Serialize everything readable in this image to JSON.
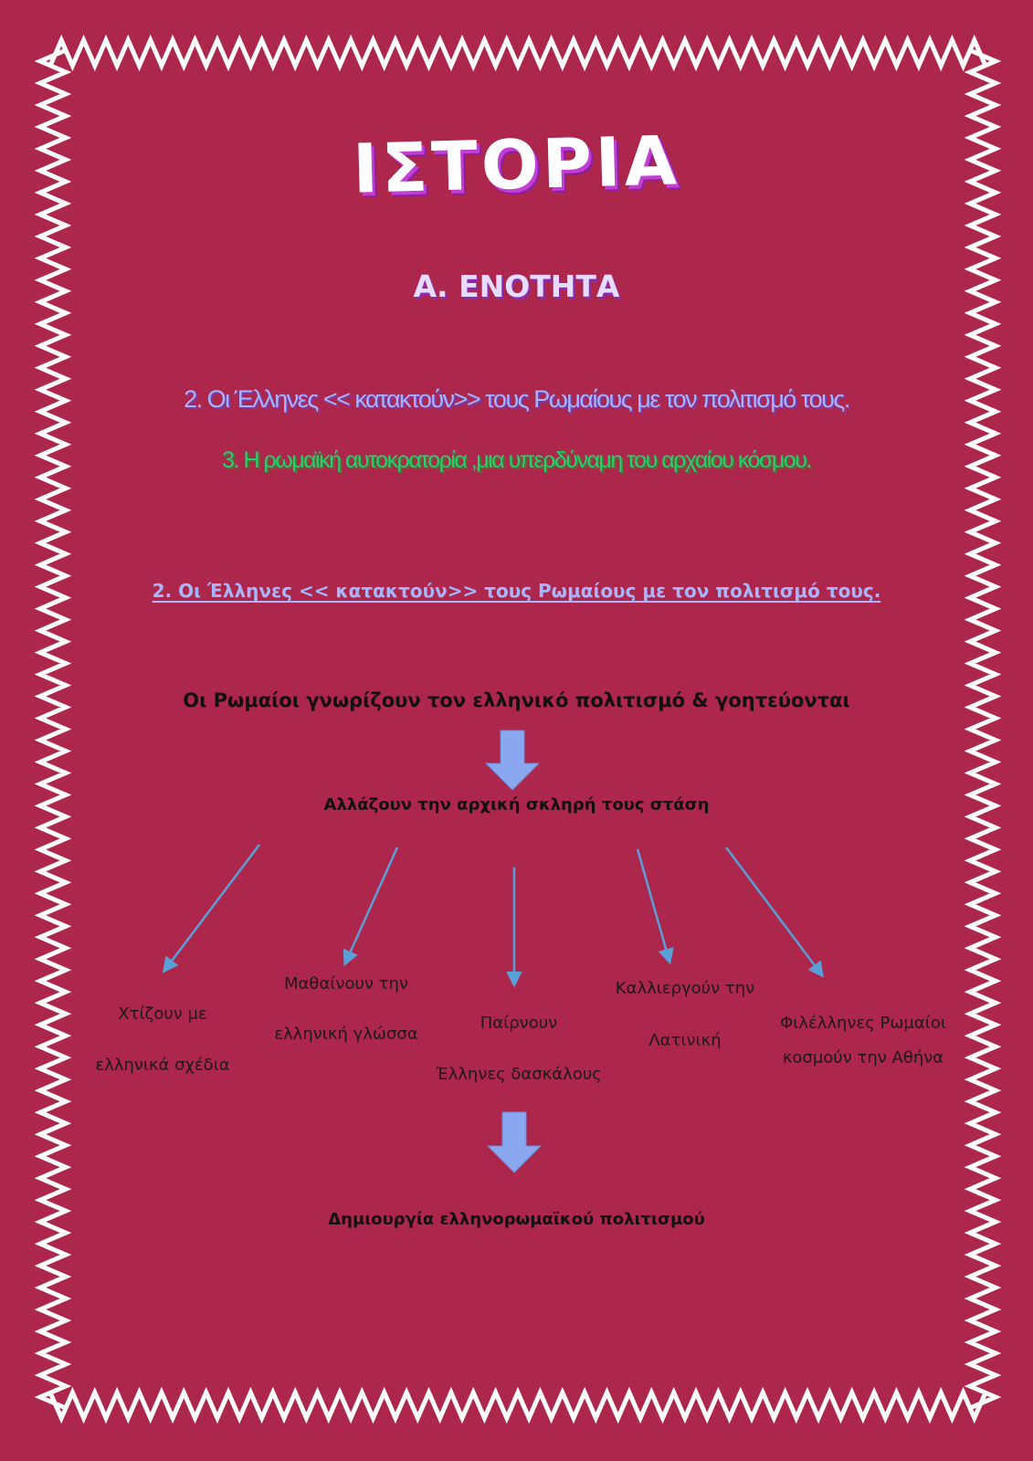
{
  "header": {
    "title": "ΙΣΤΟΡΙΑ",
    "unit": "Α. ΕΝΟΤΗΤΑ"
  },
  "lessons": {
    "lesson2": "2. Οι Έλληνες << κατακτούν>> τους Ρωμαίους με τον πολιτισμό τους.",
    "lesson3": "3. Η ρωμαϊκή αυτοκρατορία ,μια υπερδύναμη του αρχαίου κόσμου."
  },
  "section": {
    "heading": "2. Οι Έλληνες << κατακτούν>> τους Ρωμαίους με τον πολιτισμό τους."
  },
  "flow": {
    "intro": "Οι Ρωμαίοι γνωρίζουν τον ελληνικό πολιτισμό & γοητεύονται",
    "change": "Αλλάζουν την αρχική σκληρή τους στάση",
    "branches": [
      {
        "line1": "Χτίζουν με",
        "line2": "ελληνικά σχέδια"
      },
      {
        "line1": "Μαθαίνουν την",
        "line2": "ελληνική γλώσσα"
      },
      {
        "line1": "Παίρνουν",
        "line2": "Έλληνες δασκάλους"
      },
      {
        "line1": "Καλλιεργούν την",
        "line2": "Λατινική"
      },
      {
        "line1": "Φιλέλληνες Ρωμαίοι",
        "line2": "κοσμούν την Αθήνα"
      }
    ],
    "result": "Δημιουργία ελληνορωμαϊκού πολιτισμού"
  },
  "colors": {
    "background": "#ad264c",
    "border": "#ffffff",
    "arrow_thin": "#5aa0d8",
    "arrow_block": "#8aa8f0"
  }
}
